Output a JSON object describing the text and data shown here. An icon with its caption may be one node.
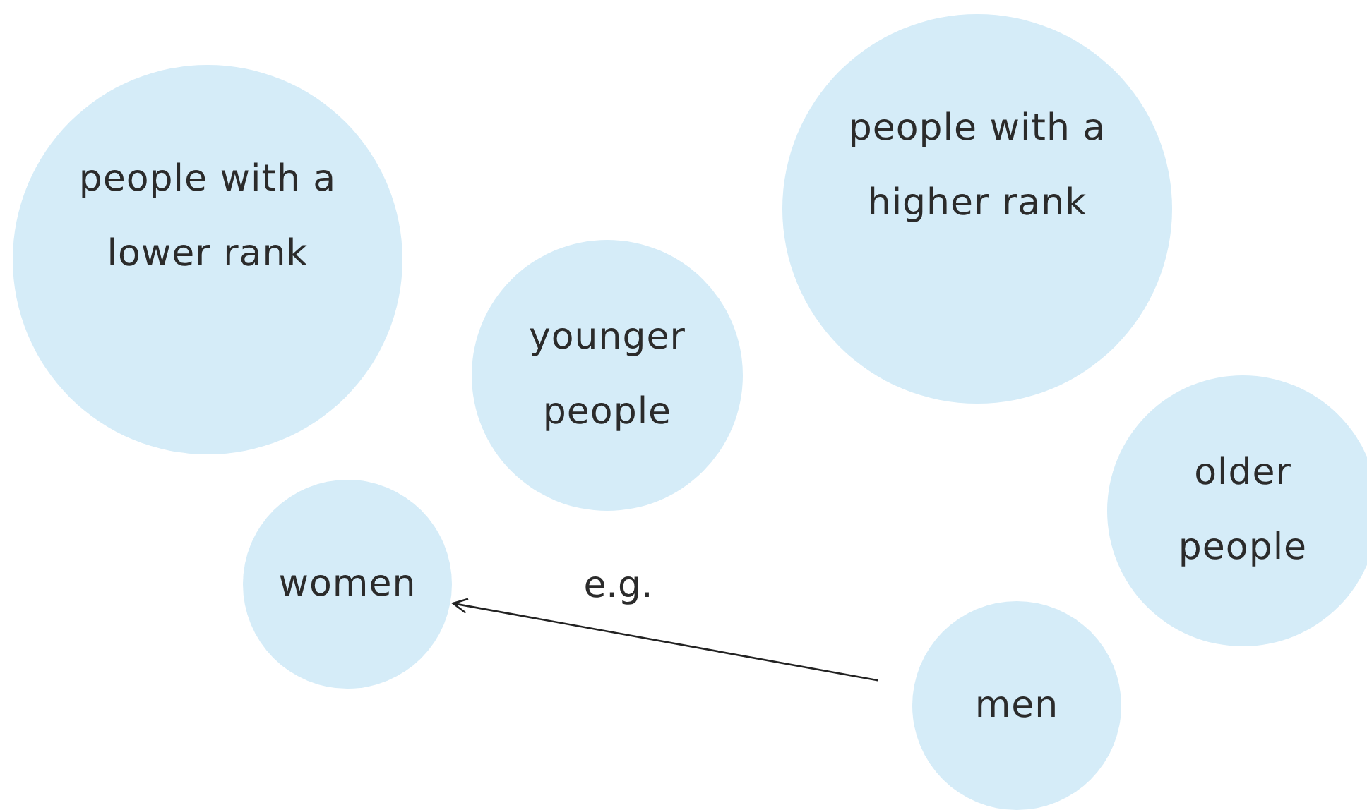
{
  "diagram": {
    "nodes": [
      {
        "text": [
          "people with a lower rank"
        ]
      },
      {
        "text": [
          "younger people"
        ]
      },
      {
        "text": [
          "people with a higher rank"
        ]
      },
      {
        "text": [
          "older people"
        ]
      },
      {
        "text": [
          "women"
        ]
      },
      {
        "text": [
          "men"
        ]
      }
    ],
    "edges": [
      {
        "from": 5,
        "to": 4,
        "arrow": "to",
        "label": "e.g."
      }
    ]
  }
}
